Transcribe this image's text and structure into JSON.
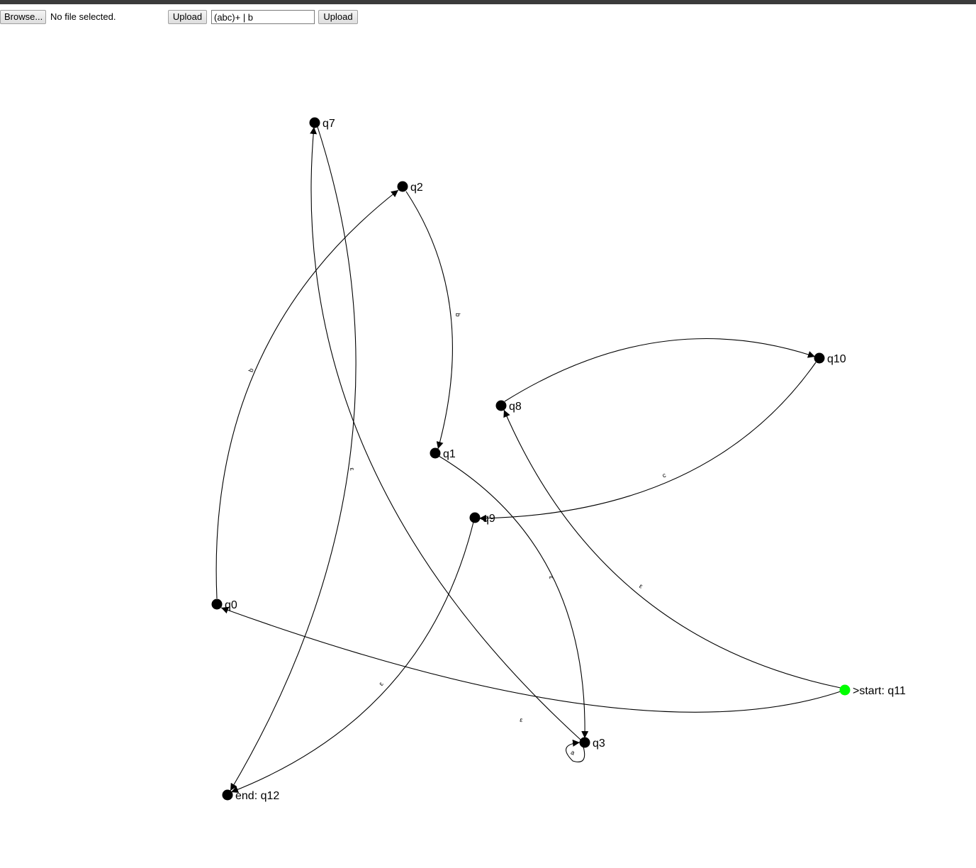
{
  "toolbar": {
    "browse_label": "Browse...",
    "file_status": "No file selected.",
    "upload_file_label": "Upload",
    "regex_value": "(abc)+ | b",
    "upload_regex_label": "Upload"
  },
  "graph": {
    "nodes": [
      {
        "id": "q7",
        "label": "q7",
        "color": "#000000"
      },
      {
        "id": "q2",
        "label": "q2",
        "color": "#000000"
      },
      {
        "id": "q10",
        "label": "q10",
        "color": "#000000"
      },
      {
        "id": "q8",
        "label": "q8",
        "color": "#000000"
      },
      {
        "id": "q1",
        "label": "q1",
        "color": "#000000"
      },
      {
        "id": "q9",
        "label": "q9",
        "color": "#000000"
      },
      {
        "id": "q0",
        "label": "q0",
        "color": "#000000"
      },
      {
        "id": "q11",
        "label": ">start: q11",
        "color": "#00ff00"
      },
      {
        "id": "q3",
        "label": "q3",
        "color": "#000000"
      },
      {
        "id": "q12",
        "label": "end: q12",
        "color": "#000000"
      }
    ],
    "edges": [
      {
        "from": "q2",
        "to": "q1",
        "label": "b"
      },
      {
        "from": "q0",
        "to": "q2",
        "label": "b"
      },
      {
        "from": "q8",
        "to": "q10",
        "label": ""
      },
      {
        "from": "q10",
        "to": "q9",
        "label": "c"
      },
      {
        "from": "q1",
        "to": "q3",
        "label": "ε"
      },
      {
        "from": "q11",
        "to": "q8",
        "label": "ε"
      },
      {
        "from": "q11",
        "to": "q0",
        "label": "ε"
      },
      {
        "from": "q9",
        "to": "q12",
        "label": "ε"
      },
      {
        "from": "q7",
        "to": "q12",
        "label": "ε"
      },
      {
        "from": "q3",
        "to": "q7",
        "label": ""
      },
      {
        "from": "q3",
        "to": "q3",
        "label": "a"
      }
    ]
  }
}
